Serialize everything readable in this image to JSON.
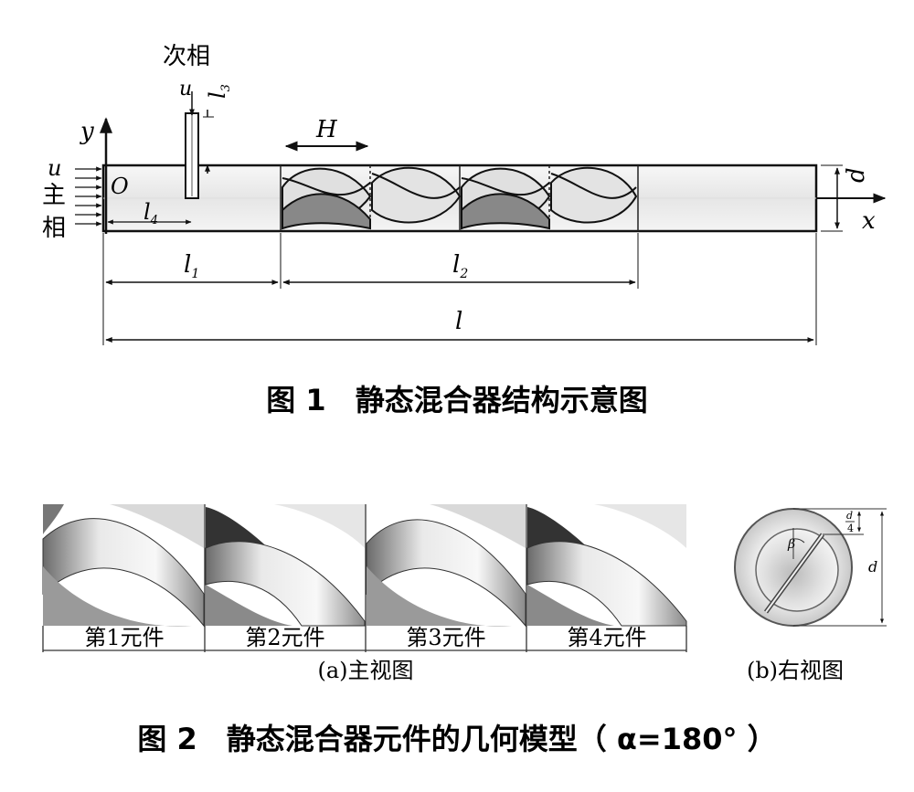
{
  "figure1": {
    "secondary_phase_label": "次相",
    "main_phase_label": [
      "主",
      "相"
    ],
    "symbols": {
      "u_inlet": "u",
      "u_secondary": "u",
      "l3": "l",
      "l3_sub": "3",
      "y_axis": "y",
      "x_axis": "x",
      "origin": "O",
      "l4": "l",
      "l4_sub": "4",
      "H": "H",
      "d": "d",
      "l1": "l",
      "l1_sub": "1",
      "l2": "l",
      "l2_sub": "2",
      "l_total": "l"
    },
    "caption": "图 1　静态混合器结构示意图"
  },
  "figure2": {
    "elements": [
      "第1元件",
      "第2元件",
      "第3元件",
      "第4元件"
    ],
    "view_a_label": "(a)主视图",
    "view_b_label": "(b)右视图",
    "right_view_symbols": {
      "beta": "β",
      "d": "d",
      "frac_num": "d",
      "frac_den": "4"
    },
    "caption": "图 2　静态混合器元件的几何模型（ α=180° ）"
  },
  "colors": {
    "line": "#111111",
    "tube_fill": "#f2f2f2",
    "blade_dark": "#555555",
    "blade_light": "#e8e8e8"
  }
}
